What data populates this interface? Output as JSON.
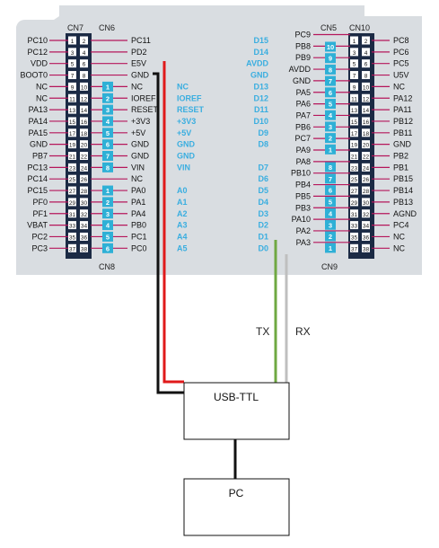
{
  "headers": {
    "cn7": "CN7",
    "cn6": "CN6",
    "cn8": "CN8",
    "cn5": "CN5",
    "cn10": "CN10",
    "cn9": "CN9"
  },
  "cn7": {
    "left": [
      "PC10",
      "PC12",
      "VDD",
      "BOOT0",
      "NC",
      "NC",
      "PA13",
      "PA14",
      "PA15",
      "GND",
      "PB7",
      "PC13",
      "PC14",
      "PC15",
      "PF0",
      "PF1",
      "VBAT",
      "PC2",
      "PC3"
    ],
    "right": [
      "PC11",
      "PD2",
      "E5V",
      "GND",
      "NC",
      "IOREF",
      "RESET",
      "+3V3",
      "+5V",
      "GND",
      "GND",
      "VIN",
      "NC",
      "PA0",
      "PA1",
      "PA4",
      "PB0",
      "PC1",
      "PC0"
    ]
  },
  "cn6": [
    "1",
    "2",
    "3",
    "4",
    "5",
    "6",
    "7",
    "8"
  ],
  "cn8": [
    "1",
    "2",
    "3",
    "4",
    "5",
    "6"
  ],
  "arduino_left": [
    "NC",
    "IOREF",
    "RESET",
    "+3V3",
    "+5V",
    "GND",
    "GND",
    "VIN",
    "",
    "A0",
    "A1",
    "A2",
    "A3",
    "A4",
    "A5"
  ],
  "arduino_right": [
    "D15",
    "D14",
    "AVDD",
    "GND",
    "D13",
    "D12",
    "D11",
    "D10",
    "D9",
    "D8",
    "",
    "D7",
    "D6",
    "D5",
    "D4",
    "D3",
    "D2",
    "D1",
    "D0"
  ],
  "cn10": {
    "left": [
      "PC9",
      "PB8",
      "PB9",
      "AVDD",
      "GND",
      "PA5",
      "PA6",
      "PA7",
      "PB6",
      "PC7",
      "PA9",
      "PA8",
      "PB10",
      "PB4",
      "PB5",
      "PB3",
      "PA10",
      "PA2",
      "PA3"
    ],
    "right": [
      "PC8",
      "PC6",
      "PC5",
      "U5V",
      "NC",
      "PA12",
      "PA11",
      "PB12",
      "PB11",
      "GND",
      "PB2",
      "PB1",
      "PB15",
      "PB14",
      "PB13",
      "AGND",
      "PC4",
      "NC",
      "NC"
    ]
  },
  "cn5": [
    "10",
    "9",
    "8",
    "7",
    "6",
    "5",
    "4",
    "3",
    "2",
    "1"
  ],
  "cn9": [
    "8",
    "7",
    "6",
    "5",
    "4",
    "3",
    "2",
    "1"
  ],
  "wires": {
    "tx": "TX",
    "rx": "RX"
  },
  "boxes": {
    "usb_ttl": "USB-TTL",
    "pc": "PC"
  },
  "colors": {
    "board_bg": "#d9dde1",
    "header_dark": "#1b2a44",
    "pin_cyan": "#2eb0d6",
    "arduino_text": "#3aaee0",
    "pin_line": "#b5165b",
    "wire_red": "#e0191a",
    "wire_black": "#111111",
    "wire_green": "#6fa842",
    "wire_gray": "#bfbfbf"
  }
}
